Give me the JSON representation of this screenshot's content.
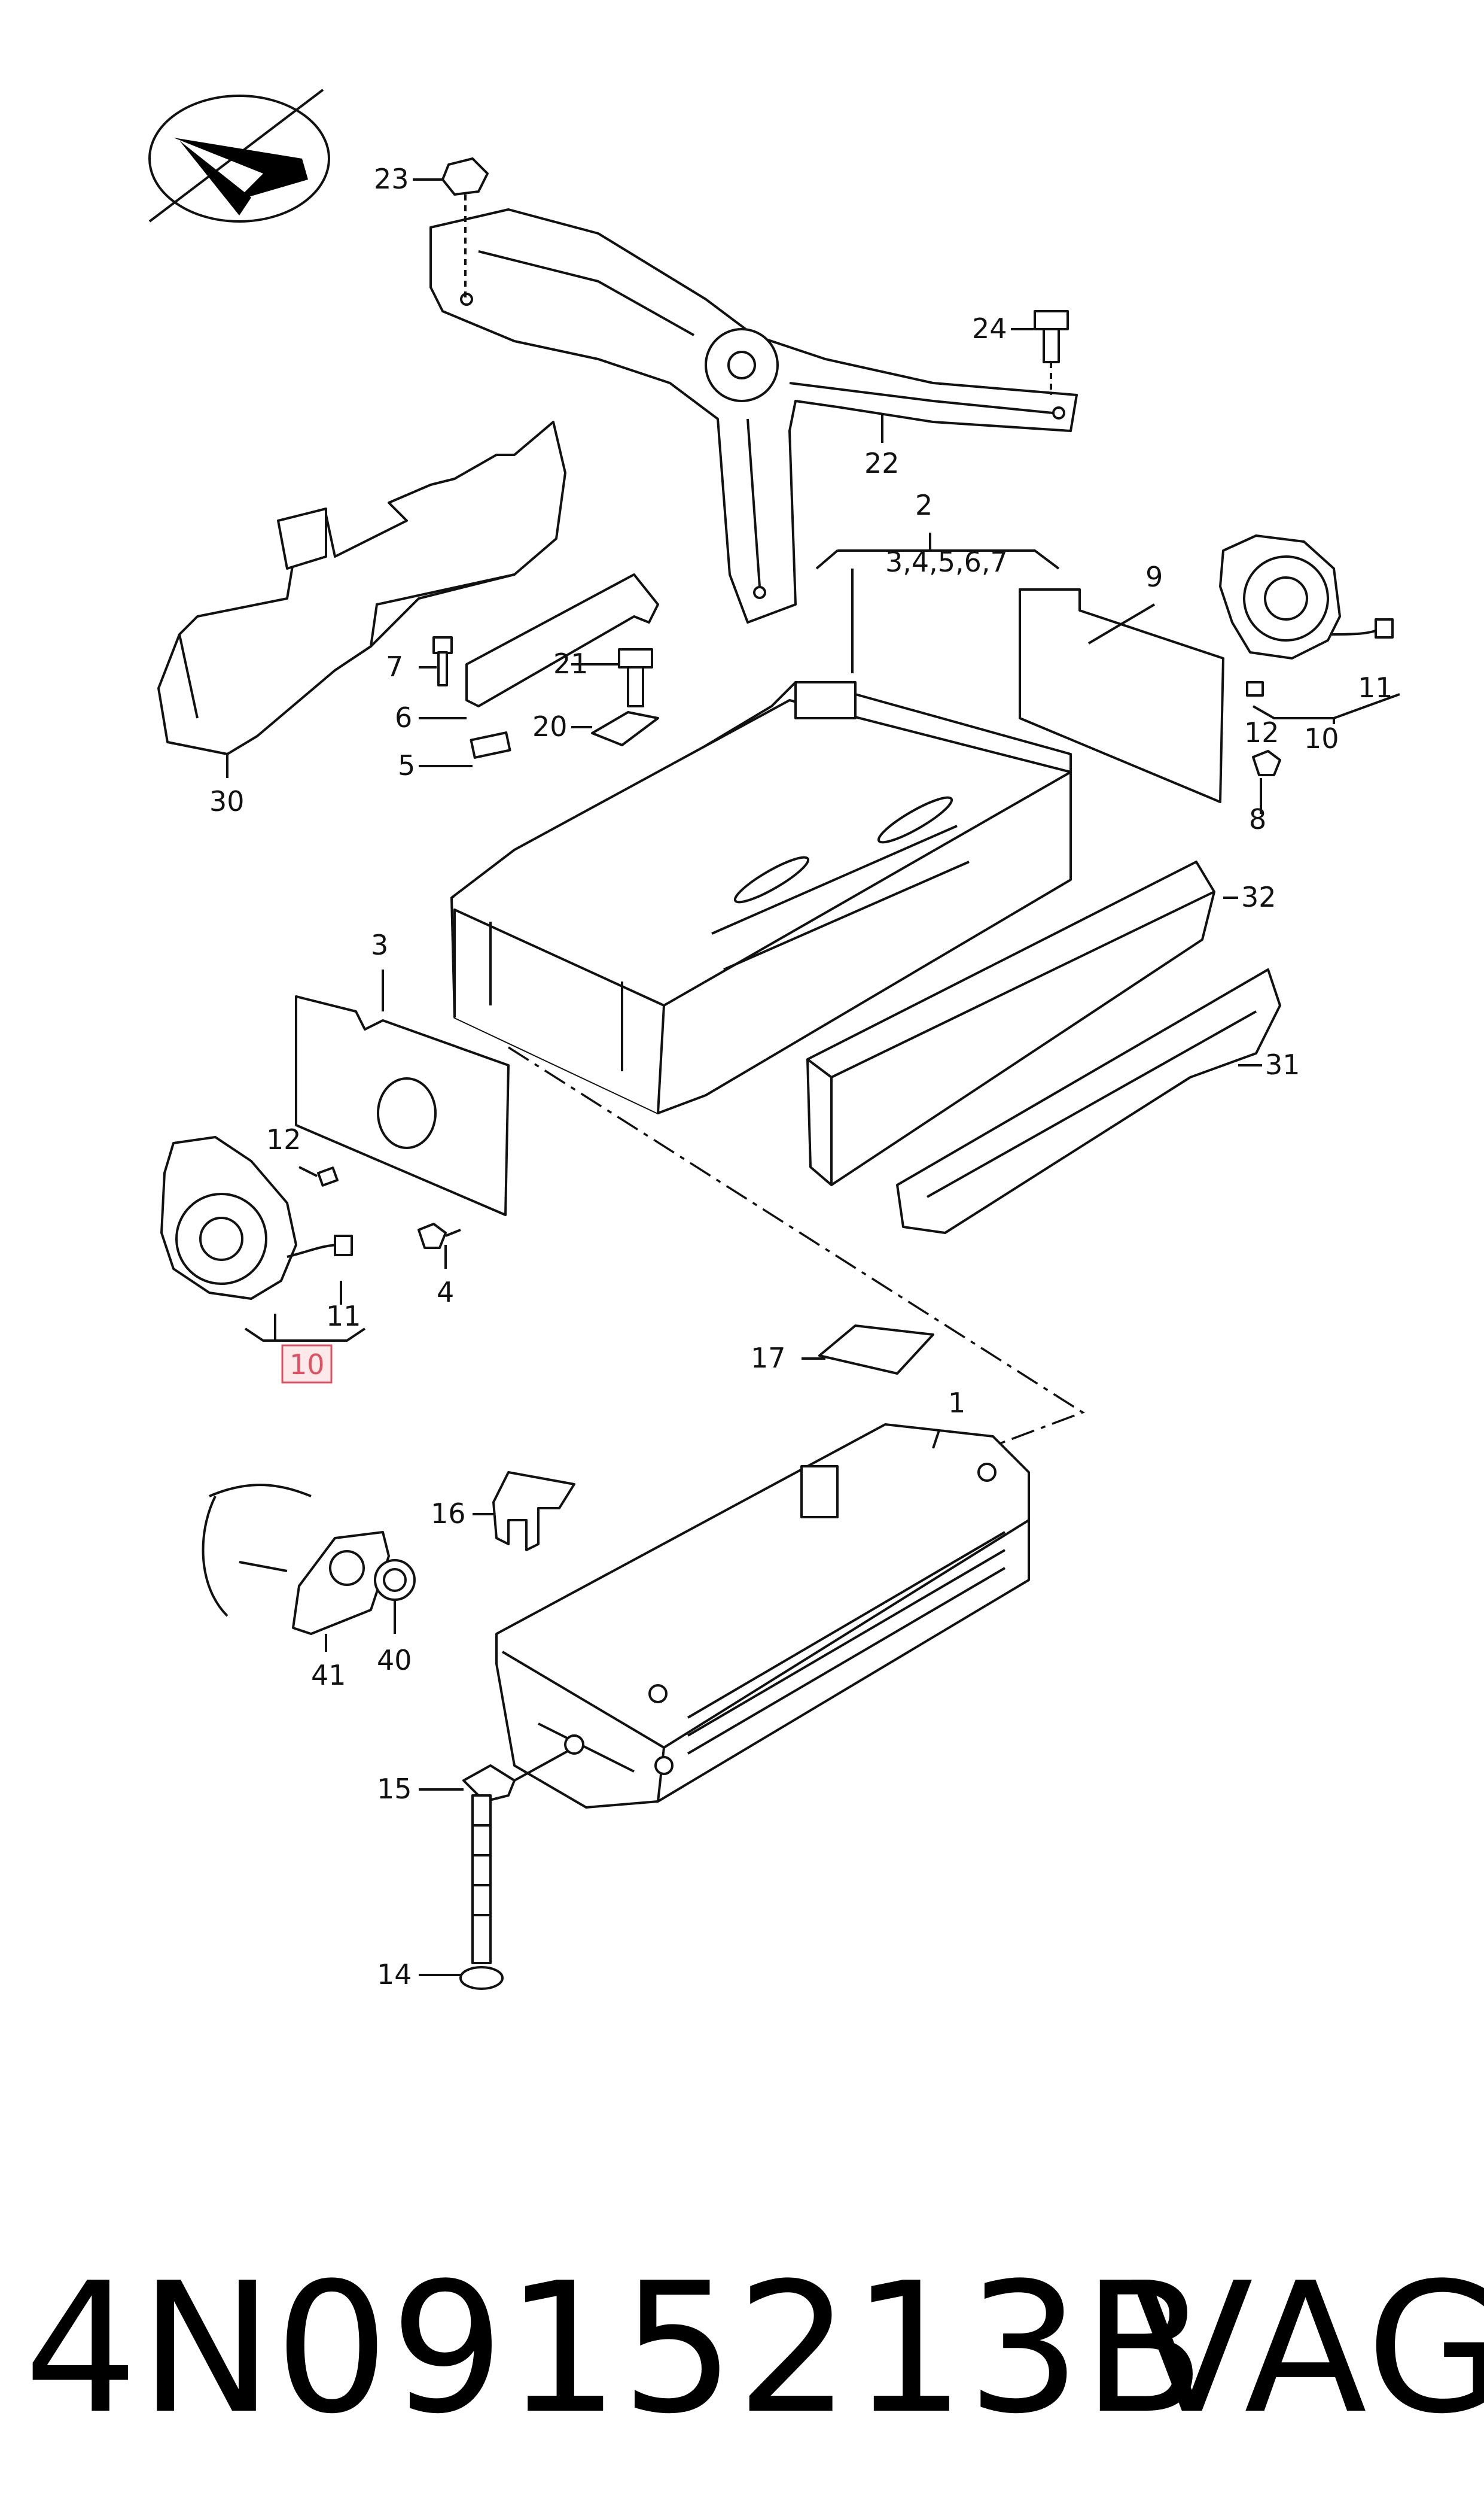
{
  "labels": {
    "l1": "1",
    "l2": "2",
    "l2sub": "3,4,5,6,7",
    "l3": "3",
    "l4": "4",
    "l5": "5",
    "l6": "6",
    "l7": "7",
    "l8": "8",
    "l9": "9",
    "l10a": "10",
    "l10b": "10",
    "l11a": "11",
    "l11b": "11",
    "l12a": "12",
    "l12b": "12",
    "l14": "14",
    "l15": "15",
    "l16": "16",
    "l17": "17",
    "l20": "20",
    "l21": "21",
    "l22": "22",
    "l23": "23",
    "l24": "24",
    "l30": "30",
    "l31": "31",
    "l32": "32",
    "l40": "40",
    "l41": "41"
  },
  "highlight_color": "#e05060",
  "highlight_fill": "#fde8ea",
  "footer": {
    "part_number": "4N0915213B",
    "brand": "VAG"
  },
  "icons": {
    "orientation": "direction-arrow-icon"
  }
}
